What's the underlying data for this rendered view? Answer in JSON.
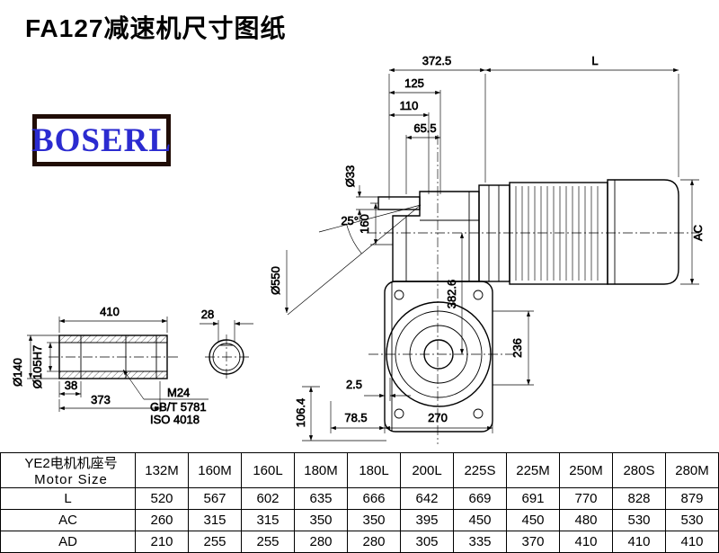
{
  "page": {
    "title": "FA127减速机尺寸图纸",
    "brand": "BOSERL"
  },
  "drawing": {
    "dims": {
      "overall_top": "372.5",
      "motor_l": "L",
      "d125": "125",
      "d110": "110",
      "d65_5": "65.5",
      "shaft_d33": "Ø33",
      "d160": "160",
      "angle25": "25°",
      "d550": "Ø550",
      "d382_6": "382.6",
      "ac": "AC",
      "d236": "236",
      "d2_5": "2.5",
      "d78_5": "78.5",
      "d270": "270",
      "d106_4": "106.4",
      "d410": "410",
      "d28": "28",
      "d140": "Ø140",
      "d105": "Ø105H7",
      "d38": "38",
      "d373": "373",
      "m24": "M24",
      "gbt": "GB/T 5781",
      "iso": "ISO 4018"
    }
  },
  "table": {
    "header": {
      "cn": "YE2电机机座号",
      "en": "Motor Size"
    },
    "columns": [
      "132M",
      "160M",
      "160L",
      "180M",
      "180L",
      "200L",
      "225S",
      "225M",
      "250M",
      "280S",
      "280M"
    ],
    "rows": [
      {
        "label": "L",
        "values": [
          "520",
          "567",
          "602",
          "635",
          "666",
          "642",
          "669",
          "691",
          "770",
          "828",
          "879"
        ]
      },
      {
        "label": "AC",
        "values": [
          "260",
          "315",
          "315",
          "350",
          "350",
          "395",
          "450",
          "450",
          "480",
          "530",
          "530"
        ]
      },
      {
        "label": "AD",
        "values": [
          "210",
          "255",
          "255",
          "280",
          "280",
          "305",
          "335",
          "370",
          "410",
          "410",
          "410"
        ]
      }
    ]
  }
}
